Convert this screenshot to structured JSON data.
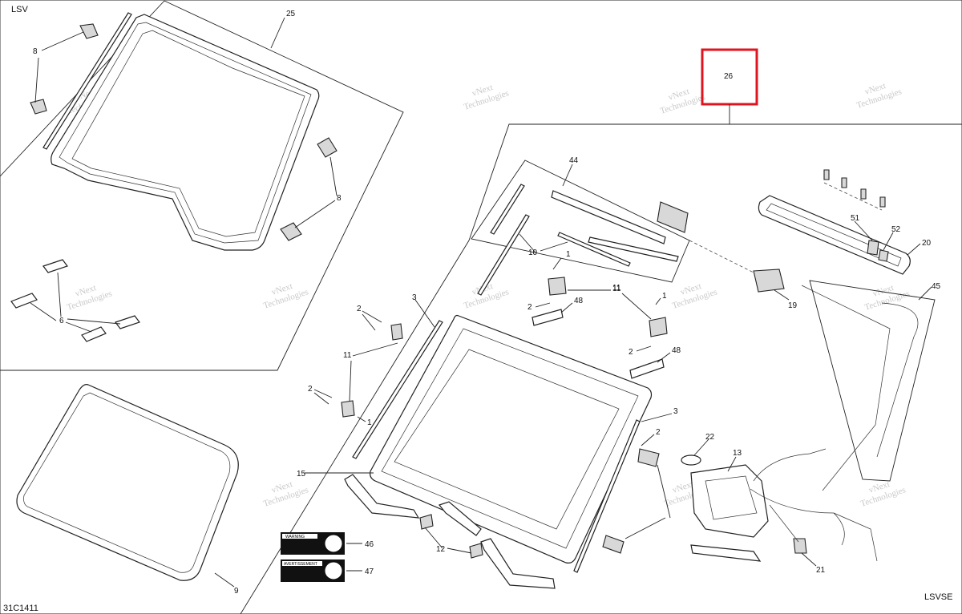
{
  "corners": {
    "top_left": "LSV",
    "bottom_right": "LSVSE",
    "bottom_left": "31C1411"
  },
  "watermark": {
    "line1": "vNext",
    "line2": "Technologies",
    "single": "vNext Technologies"
  },
  "callouts": {
    "c25": "25",
    "c8a": "8",
    "c8b": "8",
    "c6": "6",
    "c9": "9",
    "c26": "26",
    "c44": "44",
    "c10": "10",
    "c1a": "1",
    "c1b": "1",
    "c11a": "11",
    "c11b": "11",
    "c2a": "2",
    "c2b": "2",
    "c2c": "2",
    "c2d": "2",
    "c2e": "2",
    "c48a": "48",
    "c48b": "48",
    "c3a": "3",
    "c3b": "3",
    "c11c": "11",
    "c1c": "1",
    "c15": "15",
    "c12": "12",
    "c46": "46",
    "c47": "47",
    "c22": "22",
    "c13": "13",
    "c21": "21",
    "c51": "51",
    "c52": "52",
    "c20": "20",
    "c19": "19",
    "c45": "45"
  },
  "labels": {
    "warning_title": "WARNING",
    "avertissement_title": "AVERTISSEMENT"
  },
  "highlight_color": "#e0141e"
}
